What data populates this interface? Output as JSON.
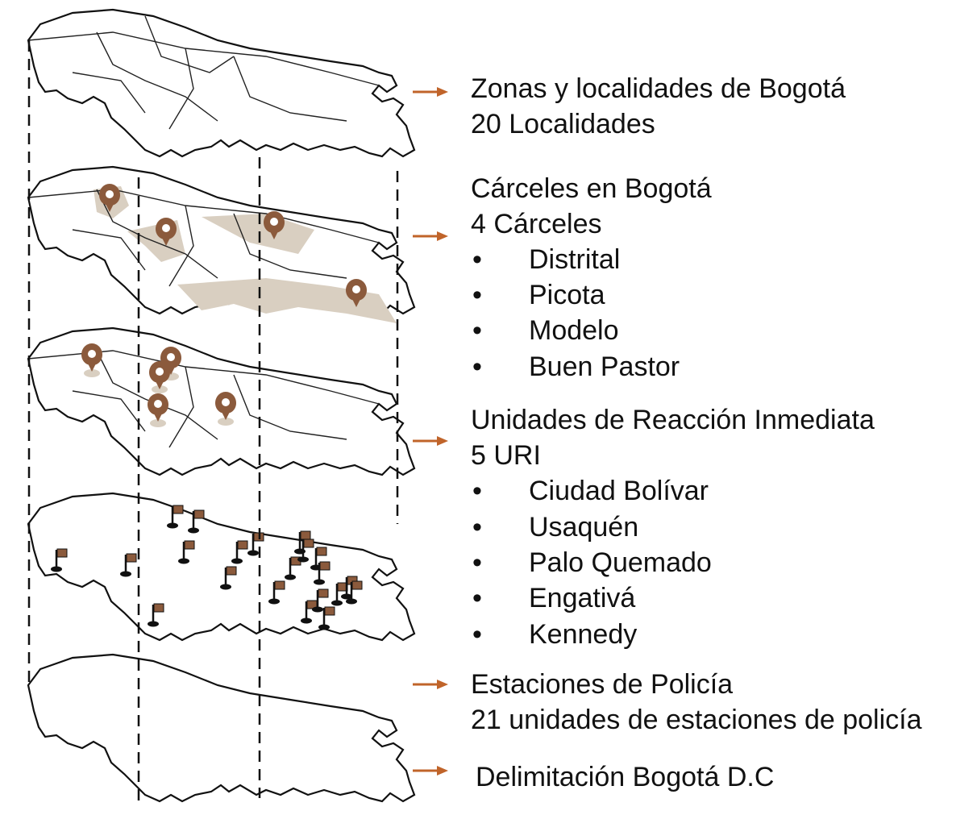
{
  "colors": {
    "accent": "#C0642A",
    "highlight_fill": "#D9CFC1",
    "marker": "#8B5A3C",
    "flag": "#8B5A3C",
    "line": "#111111"
  },
  "icons": {
    "location_marker": "map-pin-icon",
    "police_station": "flag-icon",
    "arrow": "arrow-right-icon"
  },
  "layers": [
    {
      "title": "Zonas y localidades de Bogotá",
      "subtitle": "20 Localidades",
      "items": []
    },
    {
      "title": "Cárceles en Bogotá",
      "subtitle": "4 Cárceles",
      "items": [
        "Distrital",
        "Picota",
        "Modelo",
        "Buen Pastor"
      ]
    },
    {
      "title": "Unidades de Reacción Inmediata",
      "subtitle": "5 URI",
      "items": [
        "Ciudad Bolívar",
        "Usaquén",
        "Palo Quemado",
        "Engativá",
        "Kennedy"
      ]
    },
    {
      "title": "Estaciones de Policía",
      "subtitle": "21 unidades de estaciones de policía",
      "items": []
    },
    {
      "title": "Delimitación Bogotá D.C",
      "subtitle": "",
      "items": []
    }
  ]
}
